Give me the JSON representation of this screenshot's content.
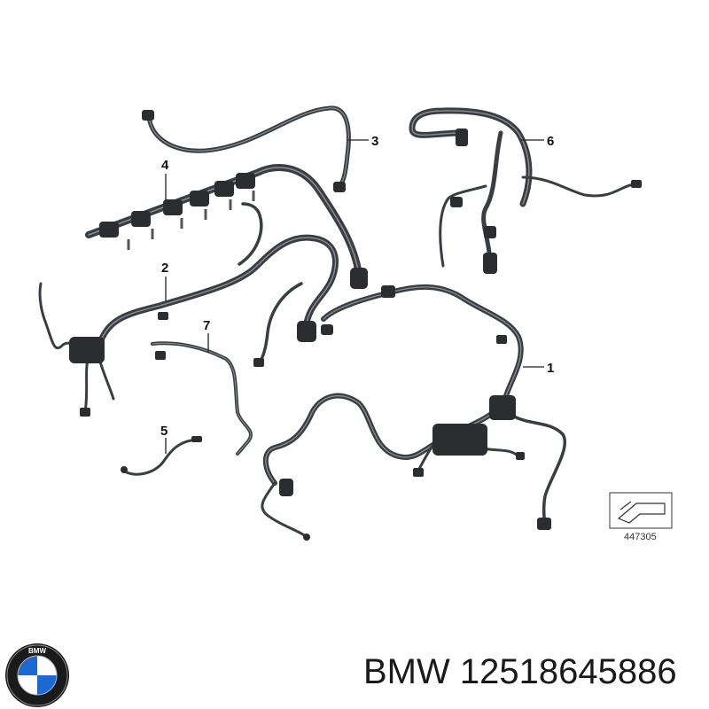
{
  "diagram": {
    "callouts": [
      {
        "id": "1",
        "label": "1"
      },
      {
        "id": "2",
        "label": "2"
      },
      {
        "id": "3",
        "label": "3"
      },
      {
        "id": "4",
        "label": "4"
      },
      {
        "id": "5",
        "label": "5"
      },
      {
        "id": "6",
        "label": "6"
      },
      {
        "id": "7",
        "label": "7"
      }
    ],
    "reference_number": "447305"
  },
  "footer": {
    "brand": "BMW",
    "part_number": "12518645886",
    "text": "BMW 12518645886"
  },
  "logo": {
    "lettering": "BMW",
    "colors": {
      "outer": "#1a1a1a",
      "blue": "#1c69d4",
      "white": "#ffffff"
    }
  },
  "colors": {
    "wire": "#3a3d42",
    "wire_highlight": "#8a8f96",
    "connector": "#2b2d31"
  }
}
